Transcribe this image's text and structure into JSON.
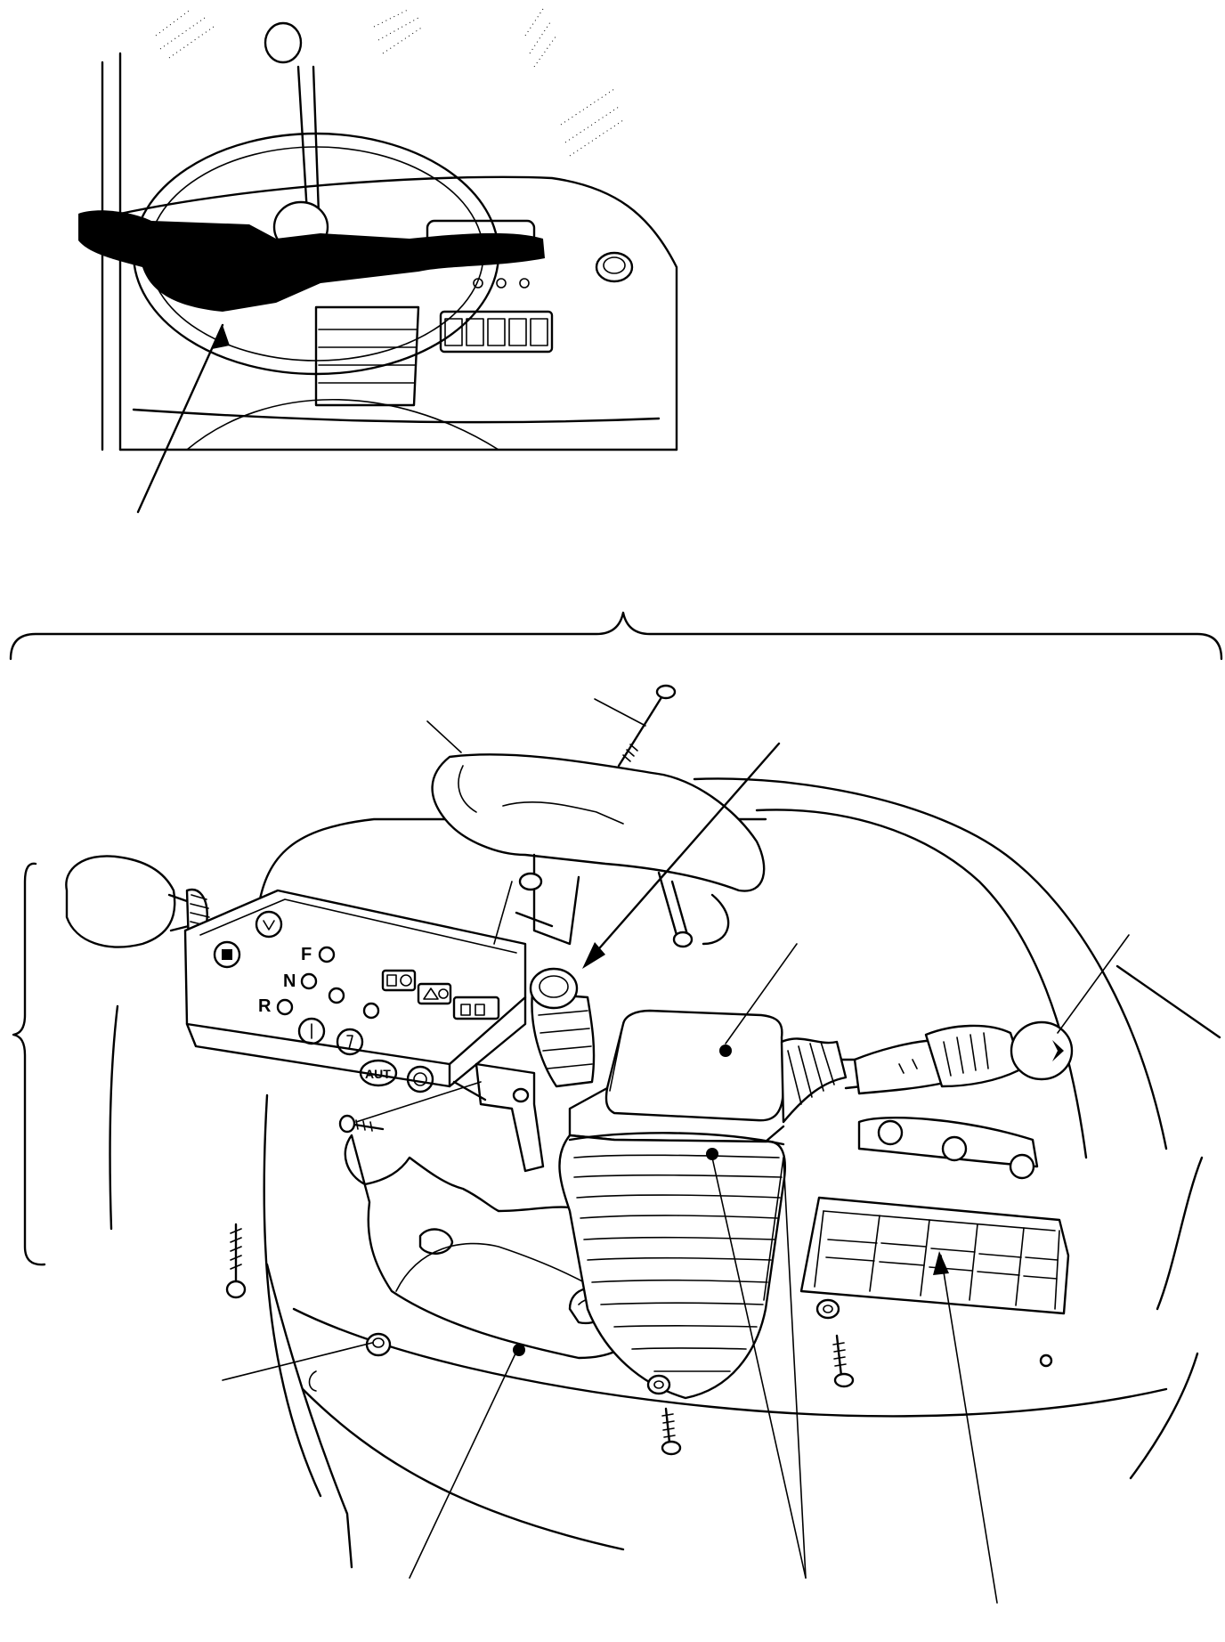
{
  "figure": {
    "background": "#ffffff",
    "ink": "#000000"
  },
  "panel_labels": {
    "forward": "F",
    "neutral": "N",
    "reverse": "R",
    "auto": "AUT"
  }
}
